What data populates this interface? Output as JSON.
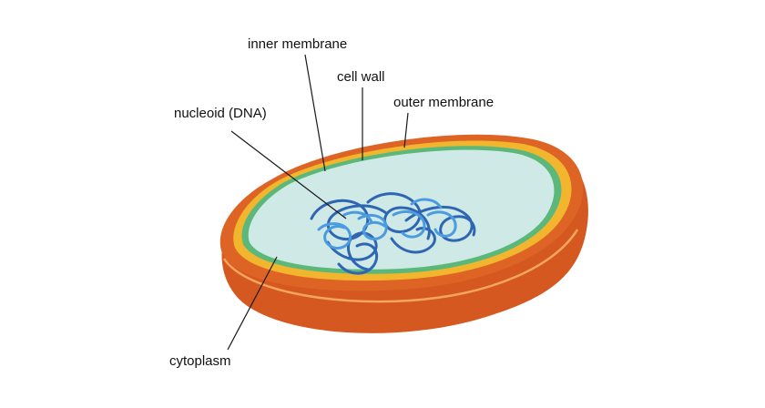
{
  "labels": {
    "inner_membrane": "inner membrane",
    "cell_wall": "cell wall",
    "outer_membrane": "outer membrane",
    "nucleoid": "nucleoid (DNA)",
    "cytoplasm": "cytoplasm"
  },
  "colors": {
    "outer_membrane": "#de6426",
    "outer_side": "#d4581f",
    "outer_highlight": "#f5a55c",
    "cell_wall": "#f2b52e",
    "inner_membrane": "#5cb87a",
    "cytoplasm": "#cfe9e6",
    "dna_dark": "#2f66b3",
    "dna_light": "#4b9be0",
    "leader_line": "#1a1a1a"
  }
}
